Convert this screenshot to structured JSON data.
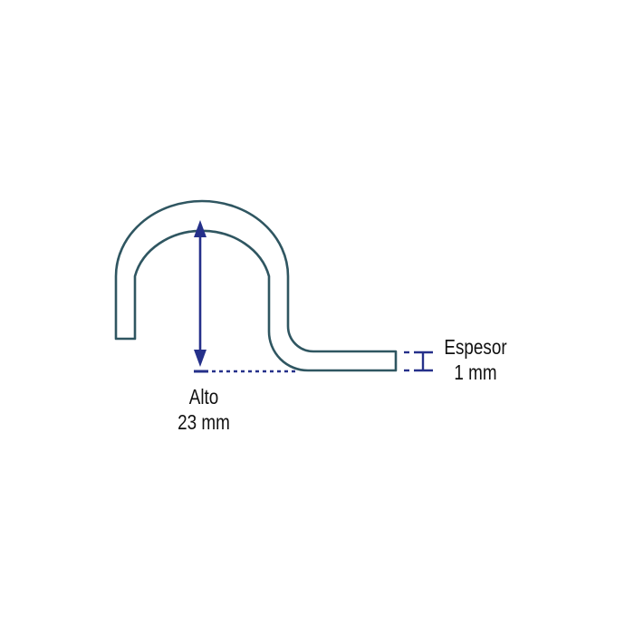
{
  "diagram": {
    "type": "technical-dimension-drawing",
    "part": "J-hook / S-hook profile",
    "colors": {
      "outline": "#2f5661",
      "dimension": "#25308a",
      "text": "#111111",
      "background": "#ffffff"
    },
    "dimensions": {
      "height": {
        "name": "Alto",
        "value": "23 mm"
      },
      "thickness": {
        "name": "Espesor",
        "value": "1 mm"
      }
    }
  }
}
